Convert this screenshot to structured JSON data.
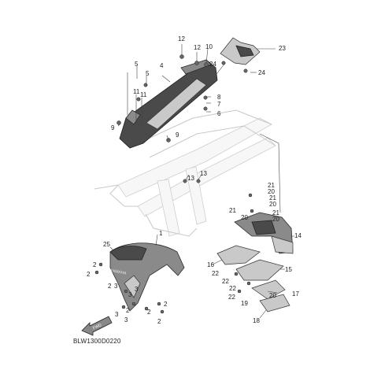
{
  "diagram": {
    "code": "BLW1300D0220",
    "front_arrow_label": "FWD",
    "fender_logo": "YAMAHA",
    "callouts": {
      "c1": "1",
      "c2": "2",
      "c3": "3",
      "c4": "4",
      "c5": "5",
      "c6": "6",
      "c7": "7",
      "c8": "8",
      "c9": "9",
      "c10": "10",
      "c11": "11",
      "c12": "12",
      "c13": "13",
      "c14": "14",
      "c15": "15",
      "c16": "16",
      "c17": "17",
      "c18": "18",
      "c19": "19",
      "c20": "20",
      "c21": "21",
      "c22": "22",
      "c23": "23",
      "c24": "24",
      "c25": "25"
    }
  }
}
